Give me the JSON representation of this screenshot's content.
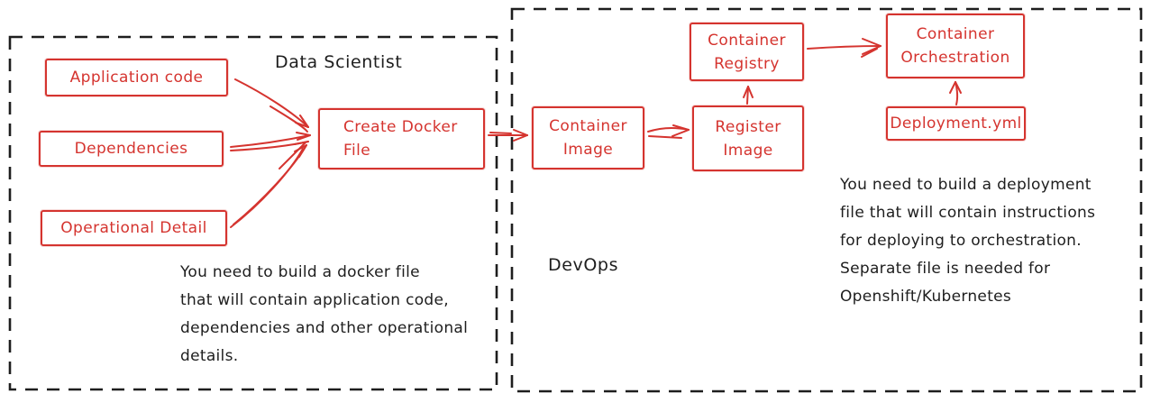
{
  "colors": {
    "red": "#d5342f",
    "ink": "#1e1e1e",
    "background": "#ffffff"
  },
  "left_panel": {
    "title": "Data Scientist",
    "nodes": {
      "application_code": {
        "lines": [
          "Application code"
        ]
      },
      "dependencies": {
        "lines": [
          "Dependencies"
        ]
      },
      "operational_detail": {
        "lines": [
          "Operational Detail"
        ]
      },
      "create_docker_file": {
        "lines": [
          "Create Docker",
          "File"
        ]
      }
    },
    "note": {
      "lines": [
        "You need to build a docker file",
        "that will contain application code,",
        "dependencies and other operational",
        "details."
      ]
    }
  },
  "right_panel": {
    "title": "DevOps",
    "nodes": {
      "container_image": {
        "lines": [
          "Container",
          "Image"
        ]
      },
      "register_image": {
        "lines": [
          "Register",
          "Image"
        ]
      },
      "container_registry": {
        "lines": [
          "Container",
          "Registry"
        ]
      },
      "container_orchestration": {
        "lines": [
          "Container",
          "Orchestration"
        ]
      },
      "deployment_yml": {
        "lines": [
          "Deployment.yml"
        ]
      }
    },
    "note": {
      "lines": [
        "You need to build a deployment",
        "file that will contain instructions",
        "for deploying to orchestration.",
        "Separate file is needed for",
        "Openshift/Kubernetes"
      ]
    }
  },
  "connections": [
    {
      "from": "Application code",
      "to": "Create Docker File"
    },
    {
      "from": "Dependencies",
      "to": "Create Docker File"
    },
    {
      "from": "Operational Detail",
      "to": "Create Docker File"
    },
    {
      "from": "Create Docker File",
      "to": "Container Image"
    },
    {
      "from": "Container Image",
      "to": "Register Image"
    },
    {
      "from": "Register Image",
      "to": "Container Registry"
    },
    {
      "from": "Container Registry",
      "to": "Container Orchestration"
    },
    {
      "from": "Deployment.yml",
      "to": "Container Orchestration"
    }
  ]
}
